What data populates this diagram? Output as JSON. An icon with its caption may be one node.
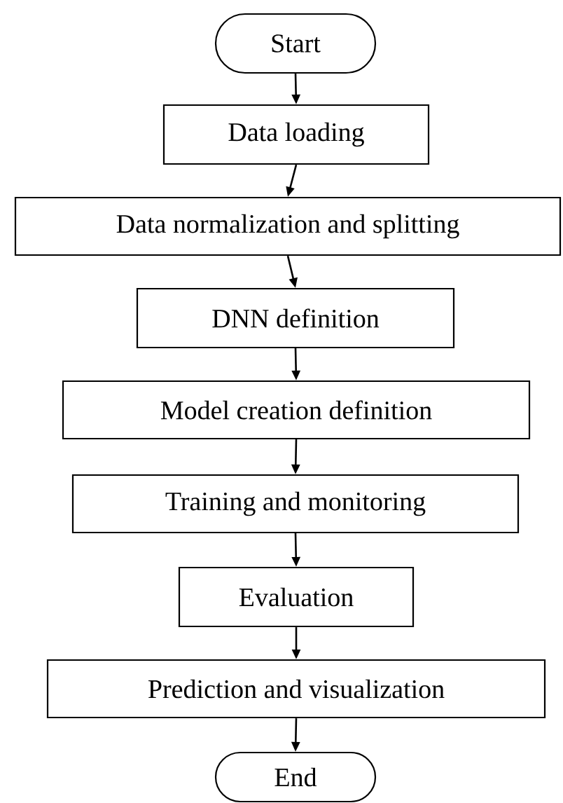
{
  "diagram": {
    "nodes": [
      {
        "text": [
          "Start"
        ]
      },
      {
        "text": [
          "Data loading"
        ]
      },
      {
        "text": [
          "Data normalization and splitting"
        ]
      },
      {
        "text": [
          "DNN definition"
        ]
      },
      {
        "text": [
          "Model creation definition"
        ]
      },
      {
        "text": [
          "Training and monitoring"
        ]
      },
      {
        "text": [
          "Evaluation"
        ]
      },
      {
        "text": [
          "Prediction and visualization"
        ]
      },
      {
        "text": [
          "End"
        ]
      }
    ],
    "edges": [
      {
        "from": 0,
        "to": 1,
        "arrow": "to"
      },
      {
        "from": 1,
        "to": 2,
        "arrow": "to"
      },
      {
        "from": 2,
        "to": 3,
        "arrow": "to"
      },
      {
        "from": 3,
        "to": 4,
        "arrow": "to"
      },
      {
        "from": 4,
        "to": 5,
        "arrow": "to"
      },
      {
        "from": 5,
        "to": 6,
        "arrow": "to"
      },
      {
        "from": 6,
        "to": 7,
        "arrow": "to"
      },
      {
        "from": 7,
        "to": 8,
        "arrow": "to"
      }
    ]
  }
}
